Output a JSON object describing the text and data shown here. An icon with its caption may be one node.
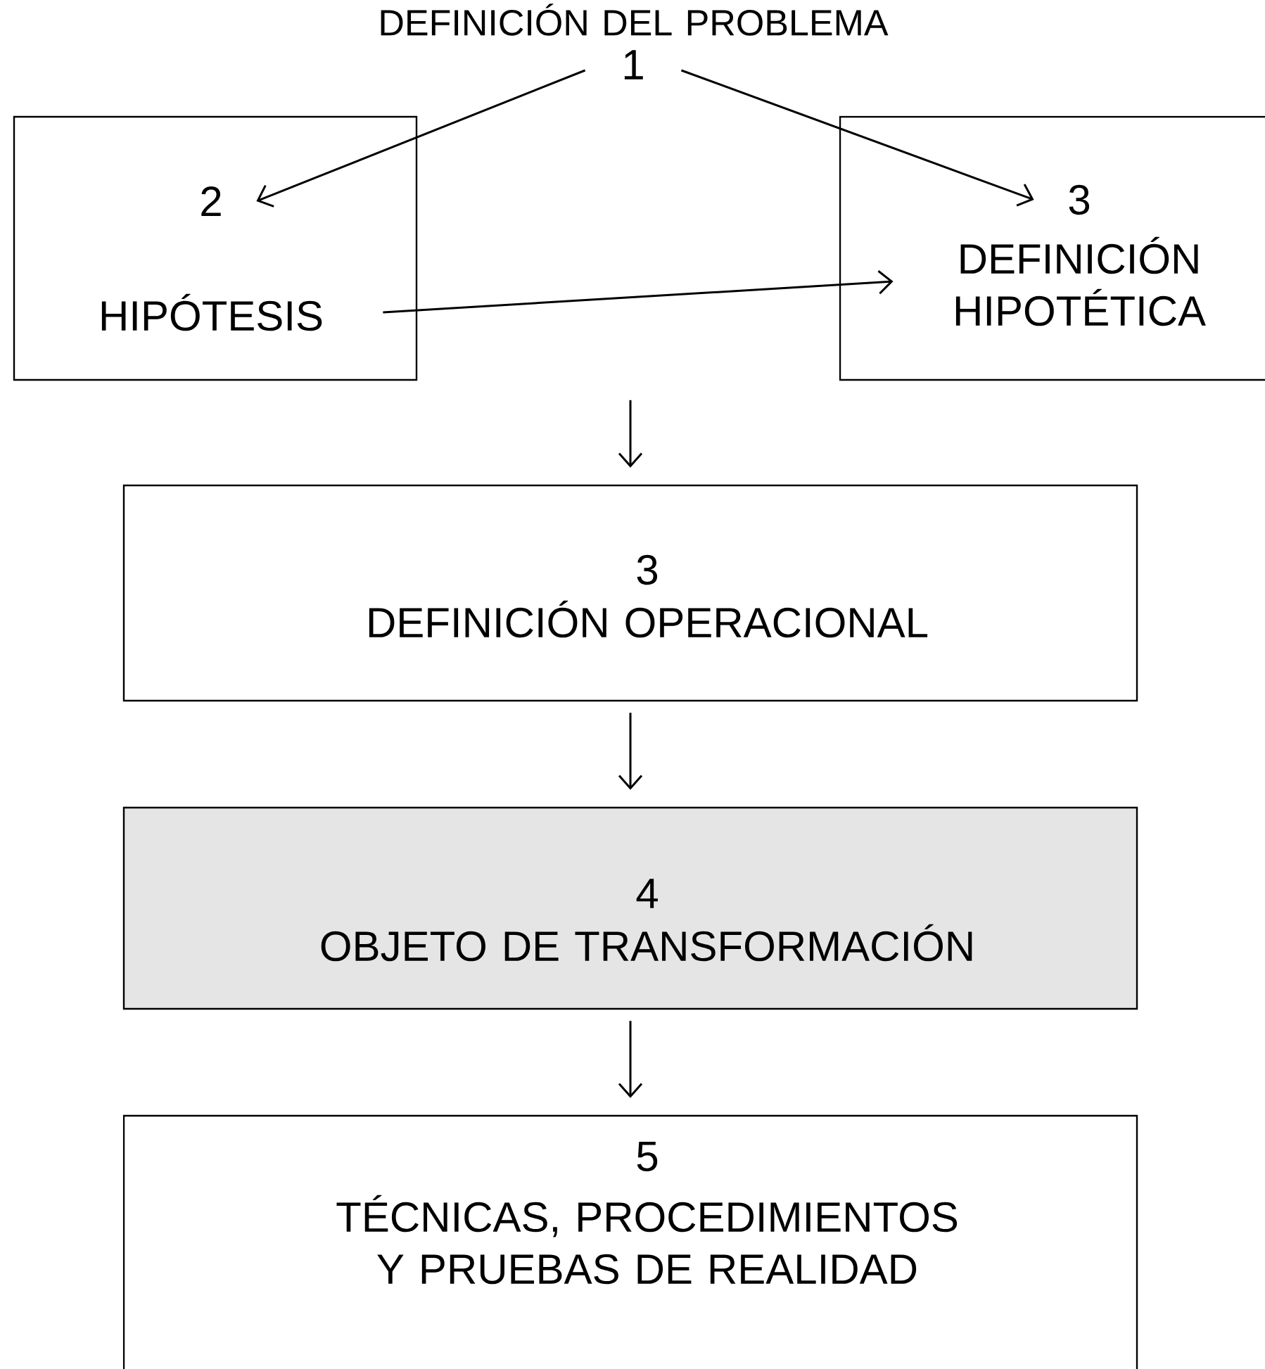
{
  "diagram": {
    "nodes": [
      {
        "text": [
          "DEFINICIÓN DEL PROBLEMA",
          "1"
        ]
      },
      {
        "text": [
          "2",
          "HIPÓTESIS"
        ]
      },
      {
        "text": [
          "3",
          "DEFINICIÓN HIPOTÉTICA"
        ]
      },
      {
        "text": [
          "3",
          "DEFINICIÓN OPERACIONAL"
        ]
      },
      {
        "text": [
          "4",
          "OBJETO DE TRANSFORMACIÓN"
        ]
      },
      {
        "text": [
          "5",
          "TÉCNICAS, PROCEDIMIENTOS Y PRUEBAS DE REALIDAD"
        ]
      }
    ],
    "edges": [
      {
        "from": 0,
        "to": 1,
        "arrow": "to"
      },
      {
        "from": 0,
        "to": 2,
        "arrow": "to"
      },
      {
        "from": 1,
        "to": 2,
        "arrow": "to"
      },
      {
        "from": null,
        "to": 3,
        "arrow": "to"
      },
      {
        "from": 3,
        "to": 4,
        "arrow": "to"
      },
      {
        "from": 4,
        "to": 5,
        "arrow": "to"
      }
    ]
  }
}
